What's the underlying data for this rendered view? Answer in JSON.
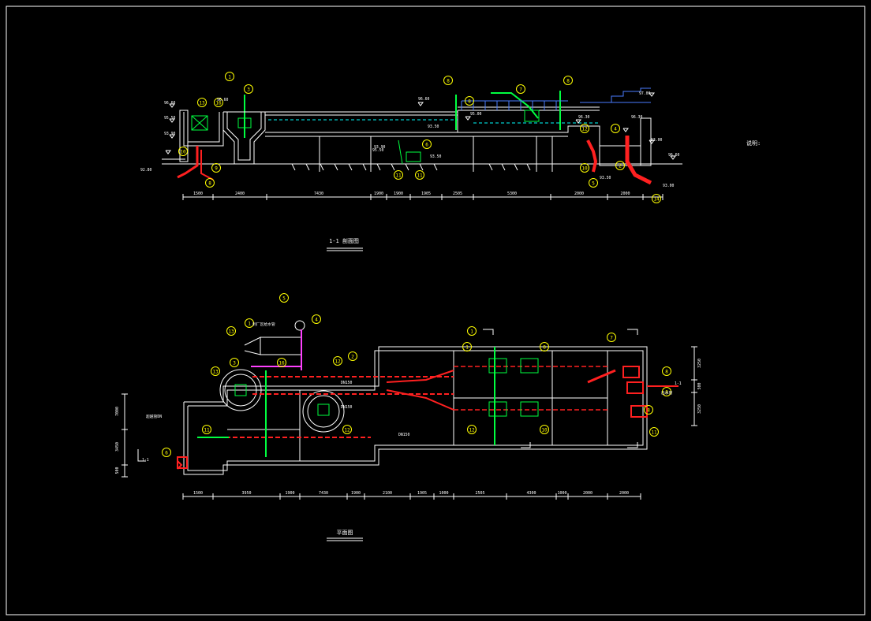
{
  "canvas": {
    "background": "#000000",
    "frame_color": "#ffffff"
  },
  "colors": {
    "line": "#ffffff",
    "pipe": "#ff2020",
    "equipment": "#00ff40",
    "marker": "#ffff00",
    "water": "#00ffff",
    "level": "#4a7dff",
    "accent": "#ff40ff",
    "hatch": "#ffff00"
  },
  "section": {
    "title": "1-1 剖面图",
    "dimensions": [
      "1500",
      "2400",
      "7430",
      "1900",
      "1900",
      "1905",
      "2505",
      "5300",
      "2000",
      "2000"
    ],
    "elevations": [
      "96.60",
      "95.50",
      "93.90",
      "92.80",
      "96.60",
      "96.60",
      "95.00",
      "93.50",
      "93.90",
      "97.00",
      "96.30",
      "93.00",
      "93.50",
      "96.60",
      "93.00",
      "96.30",
      "95.50",
      "93.50"
    ],
    "markers": [
      "1",
      "3",
      "13",
      "16",
      "10",
      "9",
      "8",
      "8",
      "8",
      "7",
      "8",
      "12",
      "10",
      "5",
      "4",
      "2",
      "14",
      "6",
      "11",
      "11"
    ],
    "note": "说明:"
  },
  "plan": {
    "title": "平面图",
    "dimensions": [
      "1500",
      "3950",
      "1900",
      "7430",
      "1900",
      "2100",
      "1905",
      "1000",
      "2505",
      "4300",
      "1000",
      "2000",
      "2000"
    ],
    "side_dimensions": [
      "7000",
      "3450",
      "500"
    ],
    "right_dimensions": [
      "3250",
      "500",
      "3250"
    ],
    "labels": [
      "到厂区给水管",
      "DN150",
      "DN150",
      "超越管DN",
      "DN150",
      "出水管",
      "1-1",
      "1-1"
    ],
    "markers": [
      "5",
      "4",
      "13",
      "1",
      "3",
      "16",
      "13",
      "2",
      "12",
      "1",
      "1",
      "8",
      "8",
      "8",
      "7",
      "8",
      "12",
      "10",
      "12",
      "11",
      "6",
      "11"
    ]
  }
}
